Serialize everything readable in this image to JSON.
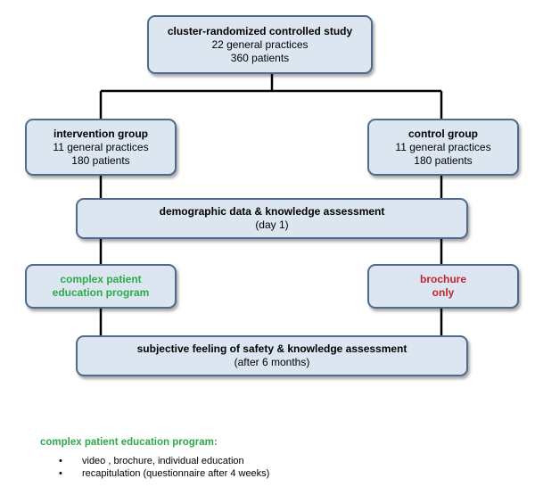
{
  "top_box": {
    "title": "cluster-randomized controlled study",
    "line1": "22 general practices",
    "line2": "360 patients"
  },
  "intervention_box": {
    "title": "intervention group",
    "line1": "11 general practices",
    "line2": "180 patients"
  },
  "control_box": {
    "title": "control group",
    "line1": "11 general practices",
    "line2": "180 patients"
  },
  "baseline_box": {
    "title": "demographic data & knowledge assessment",
    "line1": "(day 1)"
  },
  "education_box": {
    "line1": "complex patient",
    "line2": "education program"
  },
  "brochure_box": {
    "line1": "brochure",
    "line2": "only"
  },
  "followup_box": {
    "title": "subjective feeling of safety & knowledge assessment",
    "line1": "(after 6 months)"
  },
  "legend": {
    "title": "complex patient education program:",
    "items": [
      "video , brochure, individual education",
      "recapitulation (questionnaire  after 4 weeks)"
    ]
  },
  "colors": {
    "box_fill": "#dce6f1",
    "box_border": "#4f6a8a",
    "green_text": "#2eaa4a",
    "red_text": "#c0242c"
  }
}
